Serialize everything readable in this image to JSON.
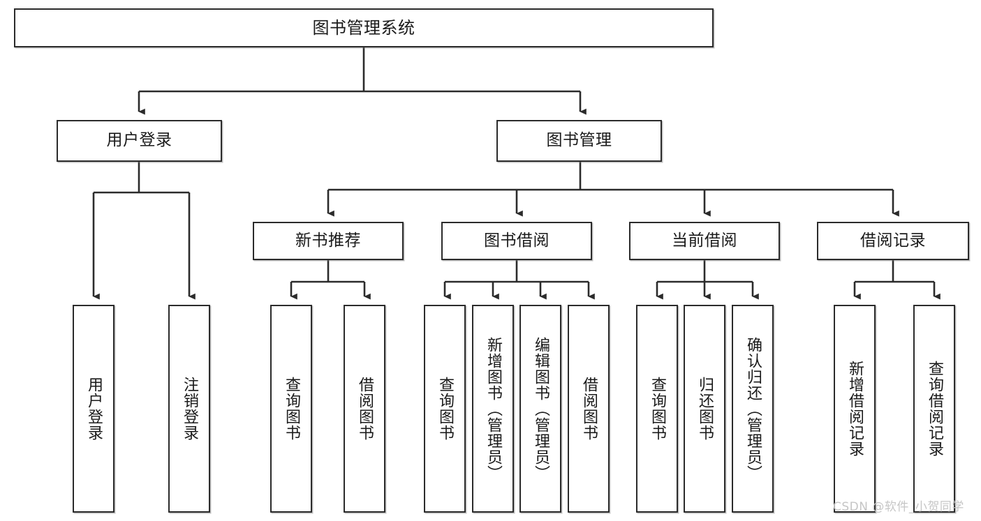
{
  "diagram": {
    "type": "tree-hierarchy",
    "title_box": {
      "label": "图书管理系统"
    },
    "level2": [
      {
        "id": "user-login",
        "label": "用户登录"
      },
      {
        "id": "book-management",
        "label": "图书管理"
      }
    ],
    "level3": [
      {
        "id": "new-book-recommend",
        "label": "新书推荐"
      },
      {
        "id": "book-borrow",
        "label": "图书借阅"
      },
      {
        "id": "current-borrow",
        "label": "当前借阅"
      },
      {
        "id": "borrow-record",
        "label": "借阅记录"
      }
    ],
    "leaves": [
      {
        "id": "leaf-user-login",
        "label": "用户登录",
        "parent": "user-login"
      },
      {
        "id": "leaf-logout-login",
        "label": "注销登录",
        "parent": "user-login"
      },
      {
        "id": "leaf-query-book-1",
        "label": "查询图书",
        "parent": "new-book-recommend"
      },
      {
        "id": "leaf-borrow-book-1",
        "label": "借阅图书",
        "parent": "new-book-recommend"
      },
      {
        "id": "leaf-query-book-2",
        "label": "查询图书",
        "parent": "book-borrow"
      },
      {
        "id": "leaf-add-book",
        "label": "新增图书（管理员）",
        "parent": "book-borrow"
      },
      {
        "id": "leaf-edit-book",
        "label": "编辑图书（管理员）",
        "parent": "book-borrow"
      },
      {
        "id": "leaf-borrow-book-2",
        "label": "借阅图书",
        "parent": "book-borrow"
      },
      {
        "id": "leaf-query-book-3",
        "label": "查询图书",
        "parent": "current-borrow"
      },
      {
        "id": "leaf-return-book",
        "label": "归还图书",
        "parent": "current-borrow"
      },
      {
        "id": "leaf-confirm-return",
        "label": "确认归还（管理员）",
        "parent": "current-borrow"
      },
      {
        "id": "leaf-add-record",
        "label": "新增借阅记录",
        "parent": "borrow-record"
      },
      {
        "id": "leaf-query-record",
        "label": "查询借阅记录",
        "parent": "borrow-record"
      }
    ],
    "watermark": "CSDN @软件_小贺同学",
    "colors": {
      "border": "#2b2b2b",
      "text": "#1a1a1a",
      "background": "#ffffff",
      "watermark": "#c6c6c6"
    }
  }
}
